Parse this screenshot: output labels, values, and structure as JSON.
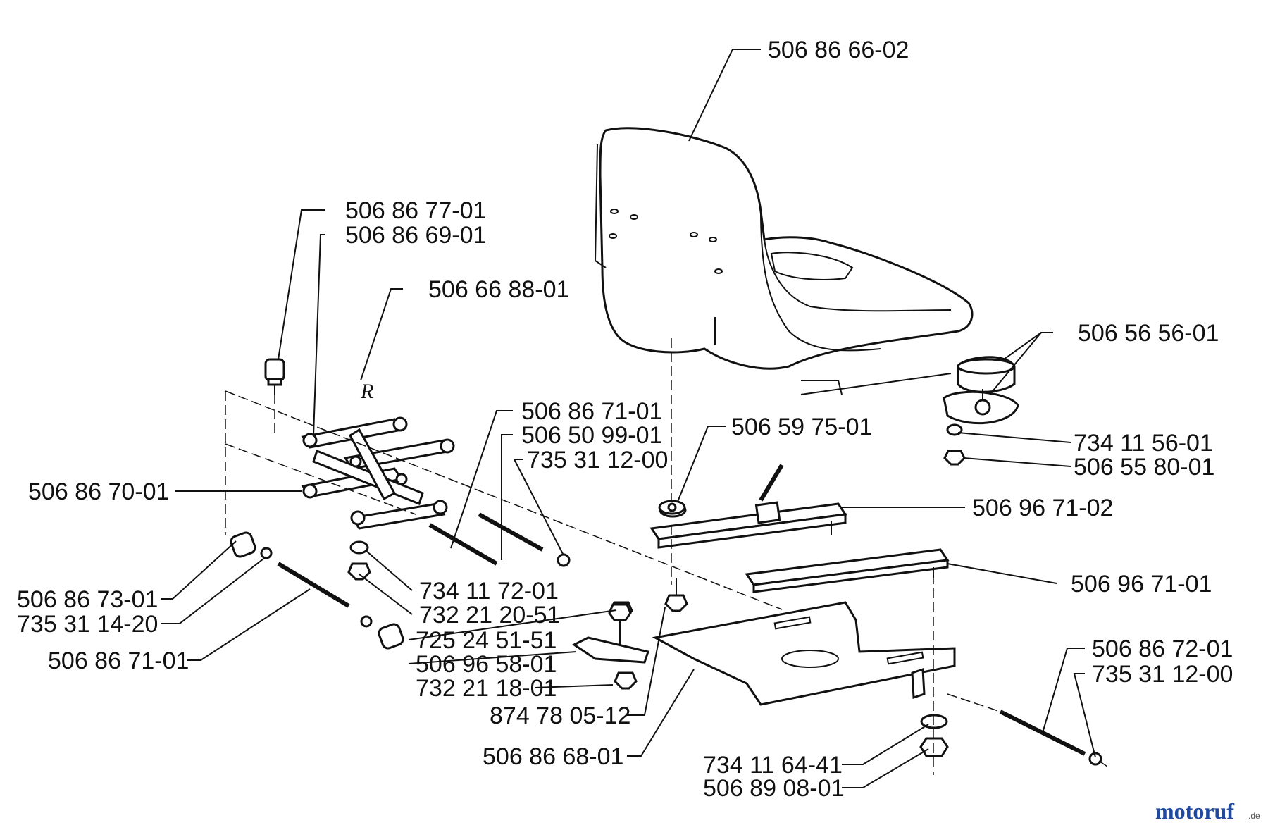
{
  "labels": {
    "seat": "506 86 66-02",
    "l1": "506 86 77-01",
    "l2": "506 86 69-01",
    "l3": "506 66 88-01",
    "l4": "506 56 56-01",
    "l5": "734 11 56-01",
    "l6": "506 55 80-01",
    "l7": "506 59 75-01",
    "l8": "506 86 71-01",
    "l9": "506 50 99-01",
    "l10": "735 31 12-00",
    "l11": "506 86 70-01",
    "l12": "506 96 71-02",
    "l13": "506 96 71-01",
    "l14": "734 11 72-01",
    "l15": "732 21 20-51",
    "l16": "506 86 73-01",
    "l17": "735 31 14-20",
    "l18": "725 24 51-51",
    "l19": "506 96 58-01",
    "l20": "506 86 71-01",
    "l21": "732 21 18-01",
    "l22": "874 78 05-12",
    "l23": "506 86 68-01",
    "l24": "506 86 72-01",
    "l25": "735 31 12-00",
    "l26": "734 11 64-41",
    "l27": "506 89 08-01",
    "r_mark": "R"
  },
  "watermark": {
    "text": "motoruf",
    "suffix": ".de"
  },
  "colors": {
    "line": "#111111",
    "watermark_blue": "#1f4aa0",
    "watermark_orange": "#e07a10"
  }
}
